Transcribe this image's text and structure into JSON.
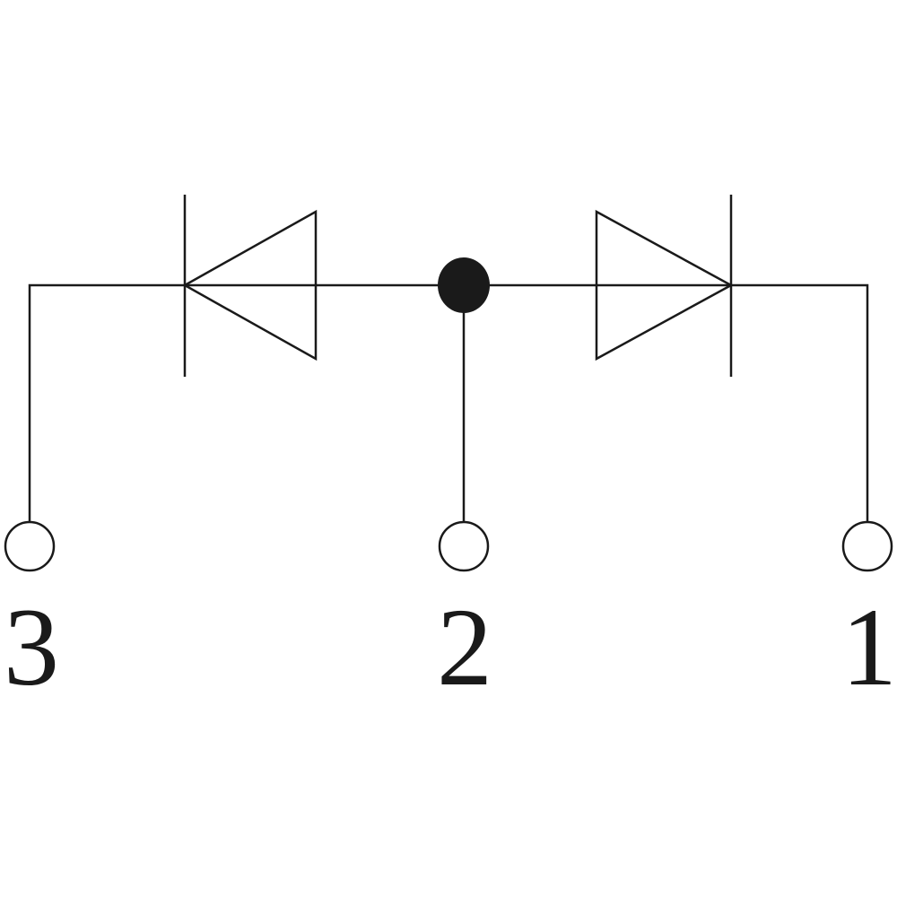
{
  "pins": [
    {
      "label": "3"
    },
    {
      "label": "2"
    },
    {
      "label": "1"
    }
  ],
  "colors": {
    "line": "#1a1a1a",
    "background": "#ffffff"
  }
}
